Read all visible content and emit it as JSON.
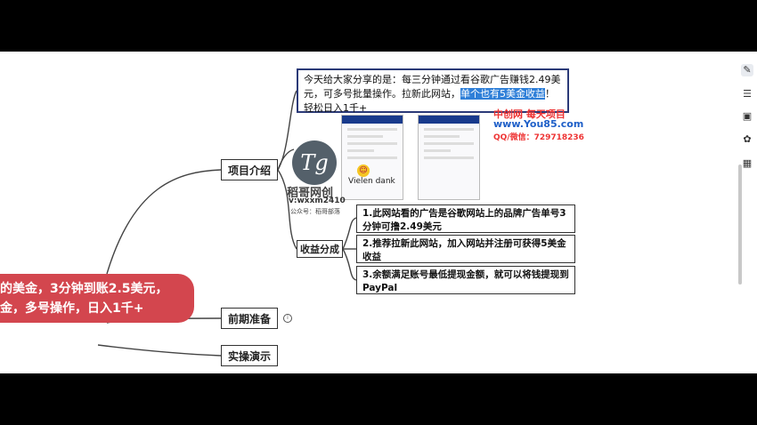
{
  "root": {
    "line1": "的美金，3分钟到账2.5美元，",
    "line2": "金，多号操作，日入1千+"
  },
  "nodes": {
    "project_intro": "项目介绍",
    "revenue_split": "收益分成",
    "preparation": "前期准备",
    "demo": "实操演示"
  },
  "callout": {
    "text_before": "今天给大家分享的是：每三分钟通过看谷歌广告赚钱2.49美元，可多号批量操作。拉新此网站，",
    "highlight": "单个也有5美金收益",
    "text_after": "！轻松日入1千+"
  },
  "benefits": [
    "1.此网站看的广告是谷歌网站上的品牌广告单号3分钟可撸2.49美元",
    "2.推荐拉新此网站，加入网站并注册可获得5美金收益",
    "3.余额满足账号最低提现金额，就可以将钱提现到PayPal"
  ],
  "logo": {
    "mark": "Tg",
    "name": "稻哥网创",
    "wechat": "v:wxxm2410",
    "gzh": "公众号：稻哥部落"
  },
  "vielen": "Vielen dank",
  "watermark": {
    "line1": "中创网 每天项目",
    "line2": "www.You85.com",
    "line3": "QQ/微信：729718236"
  },
  "info_icon": "i",
  "colors": {
    "root_bg": "#d3464e",
    "highlight": "#2f7fd8",
    "callout_border": "#2b3a78"
  },
  "sidebar_icons": [
    "pin-icon",
    "list-icon",
    "outline-icon",
    "style-icon",
    "calendar-icon"
  ]
}
